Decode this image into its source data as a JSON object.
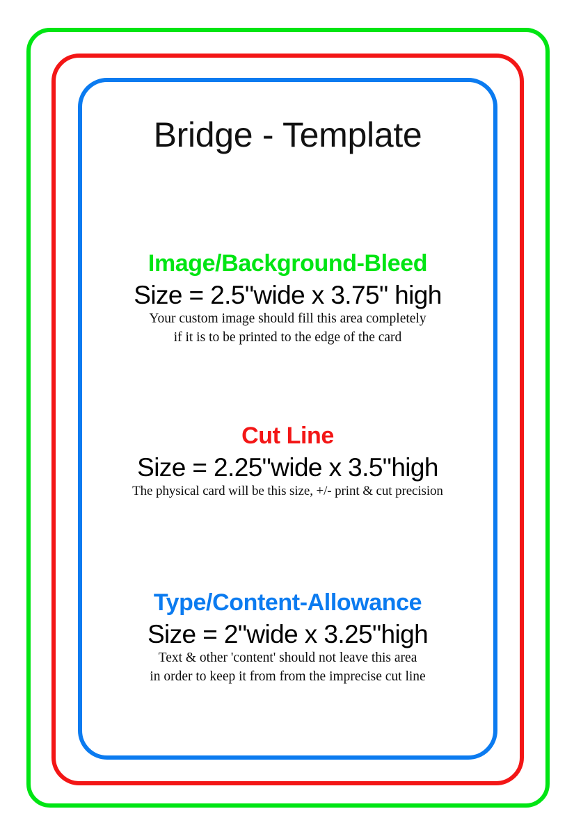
{
  "card": {
    "title": "Bridge - Template",
    "colors": {
      "bleed": "#00e513",
      "cut": "#f31616",
      "content": "#0b7bf0",
      "text": "#000000",
      "background": "#ffffff"
    }
  },
  "sections": {
    "bleed": {
      "heading": "Image/Background-Bleed",
      "size": "Size = 2.5\"wide x 3.75\" high",
      "note_line1": "Your custom image should fill this area completely",
      "note_line2": "if it is to be printed to the edge of the card"
    },
    "cut": {
      "heading": "Cut Line",
      "size": "Size = 2.25\"wide x 3.5\"high",
      "note_line1": "The physical card will be this size, +/- print & cut precision",
      "note_line2": ""
    },
    "content": {
      "heading": "Type/Content-Allowance",
      "size": "Size = 2\"wide x 3.25\"high",
      "note_line1": "Text & other 'content' should not leave this area",
      "note_line2": "in order to keep it from from the imprecise cut line"
    }
  }
}
